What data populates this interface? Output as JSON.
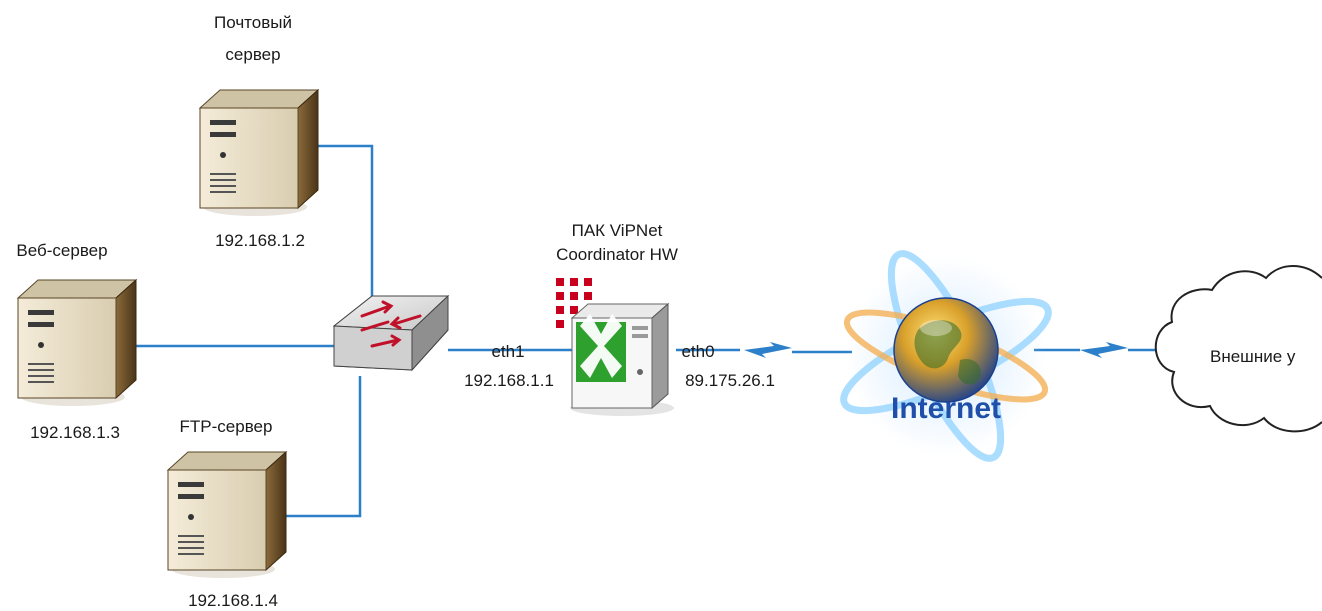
{
  "nodes": {
    "mail_server": {
      "title_line1": "Почтовый",
      "title_line2": "сервер",
      "ip": "192.168.1.2",
      "icon": "tower-server-icon"
    },
    "web_server": {
      "title": "Веб-сервер",
      "ip": "192.168.1.3",
      "icon": "tower-server-icon"
    },
    "ftp_server": {
      "title": "FTP-сервер",
      "ip": "192.168.1.4",
      "icon": "tower-server-icon"
    },
    "switch": {
      "icon": "network-switch-icon"
    },
    "coordinator": {
      "title_line1": "ПАК ViPNet",
      "title_line2": "Coordinator HW",
      "eth1_label": "eth1",
      "eth1_ip": "192.168.1.1",
      "eth0_label": "eth0",
      "eth0_ip": "89.175.26.1",
      "icon": "vipnet-coordinator-icon"
    },
    "internet": {
      "label": "Internet",
      "icon": "globe-internet-icon"
    },
    "external": {
      "label": "Внешние у",
      "icon": "cloud-icon"
    }
  },
  "colors": {
    "link": "#2c7fc9",
    "internet_text": "#1f4fa8",
    "coordinator_red": "#c8001e",
    "coordinator_green": "#2da02d"
  }
}
